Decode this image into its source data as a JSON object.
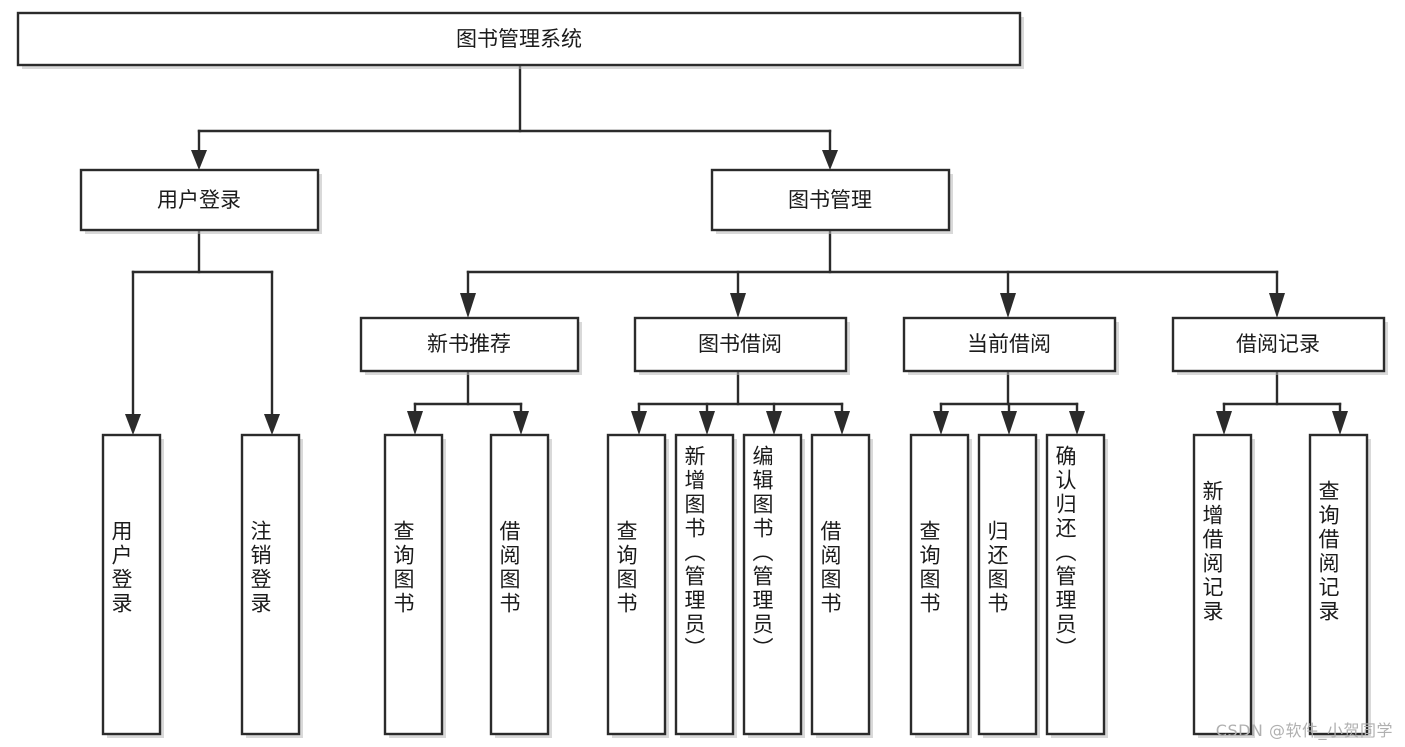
{
  "diagram": {
    "kind": "tree-hierarchy-chart",
    "title": "图书管理系统",
    "orientation": "top-down",
    "box_fill": "#ffffff",
    "box_stroke": "#2b2b2b",
    "text_color": "#1b1b1b",
    "background": "#ffffff"
  },
  "root": {
    "label": "图书管理系统"
  },
  "level1": [
    {
      "label": "用户登录"
    },
    {
      "label": "图书管理"
    }
  ],
  "level2": [
    {
      "label": "新书推荐"
    },
    {
      "label": "图书借阅"
    },
    {
      "label": "当前借阅"
    },
    {
      "label": "借阅记录"
    }
  ],
  "leaves": {
    "user_login": [
      {
        "label": "用户登录"
      },
      {
        "label": "注销登录"
      }
    ],
    "new_book_recommend": [
      {
        "label": "查询图书"
      },
      {
        "label": "借阅图书"
      }
    ],
    "book_borrow": [
      {
        "label": "查询图书"
      },
      {
        "label": "新增图书（管理员）"
      },
      {
        "label": "编辑图书（管理员）"
      },
      {
        "label": "借阅图书"
      }
    ],
    "current_borrow": [
      {
        "label": "查询图书"
      },
      {
        "label": "归还图书"
      },
      {
        "label": "确认归还（管理员）"
      }
    ],
    "borrow_record": [
      {
        "label": "新增借阅记录"
      },
      {
        "label": "查询借阅记录"
      }
    ]
  },
  "watermark": {
    "text": "CSDN @软件_小贺同学"
  }
}
